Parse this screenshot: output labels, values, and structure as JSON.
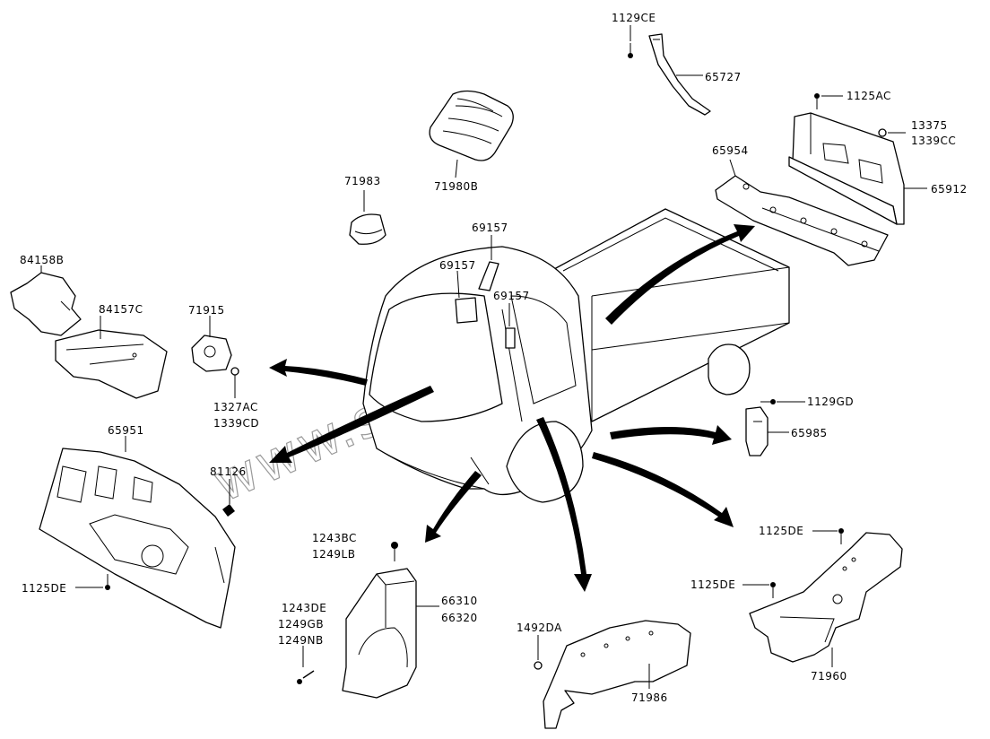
{
  "watermark": "www.sinhron-too.kz",
  "labels": {
    "l_1129CE": "1129CE",
    "l_65727": "65727",
    "l_1125AC": "1125AC",
    "l_13375": "13375",
    "l_1339CC": "1339CC",
    "l_65954": "65954",
    "l_65912": "65912",
    "l_71983": "71983",
    "l_71980B": "71980B",
    "l_69157_top": "69157",
    "l_69157_left": "69157",
    "l_69157_right": "69157",
    "l_84158B": "84158B",
    "l_84157C": "84157C",
    "l_71915": "71915",
    "l_1327AC": "1327AC",
    "l_1339CD": "1339CD",
    "l_1129GD": "1129GD",
    "l_65985": "65985",
    "l_65951": "65951",
    "l_81126": "81126",
    "l_1125DE_left": "1125DE",
    "l_1243BC": "1243BC",
    "l_1249LB": "1249LB",
    "l_66310": "66310",
    "l_66320": "66320",
    "l_1243DE": "1243DE",
    "l_1249GB": "1249GB",
    "l_1249NB": "1249NB",
    "l_1492DA": "1492DA",
    "l_71986": "71986",
    "l_1125DE_r1": "1125DE",
    "l_1125DE_r2": "1125DE",
    "l_71960": "71960"
  }
}
